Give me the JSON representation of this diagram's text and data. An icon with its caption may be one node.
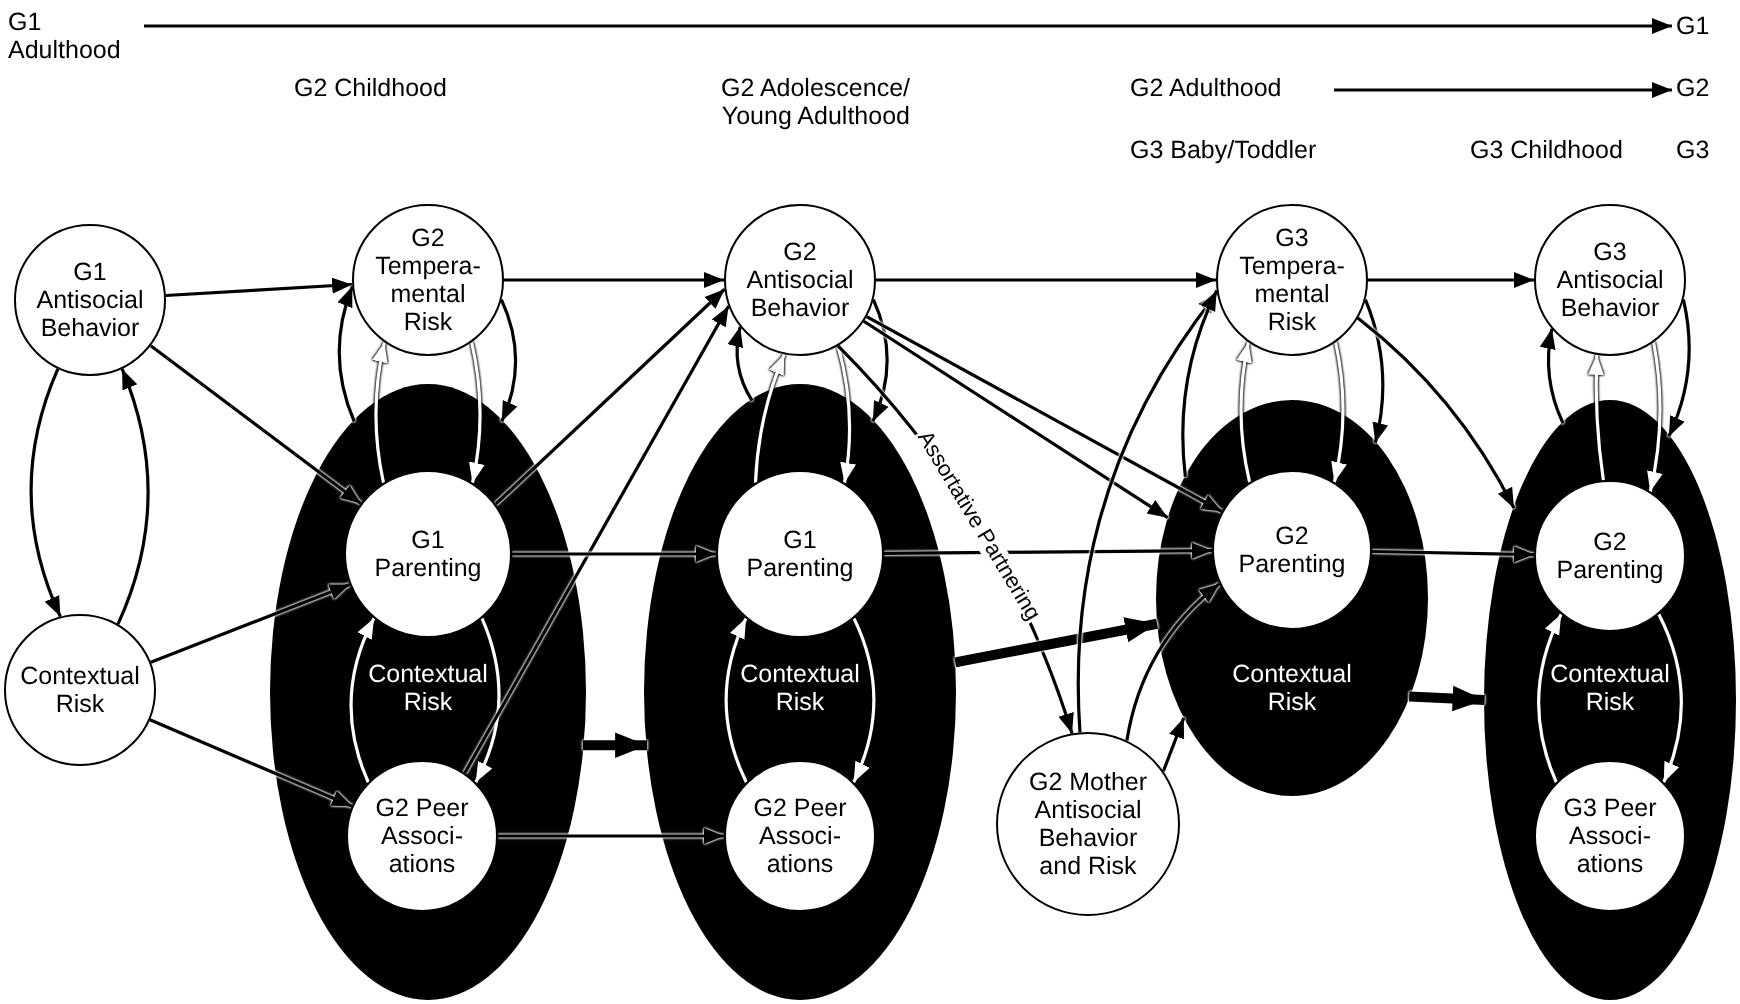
{
  "diagram": {
    "nodes": [
      {
        "text": [
          "G1 Antisocial Behavior"
        ]
      },
      {
        "text": [
          "Contextual Risk"
        ]
      },
      {
        "text": [
          "Contextual Risk"
        ]
      },
      {
        "text": [
          "G2 Tempera- mental Risk"
        ]
      },
      {
        "text": [
          "G1 Parenting"
        ],
        "in": 2
      },
      {
        "text": [
          "G2 Peer Associ- ations"
        ],
        "in": 2
      },
      {
        "text": [
          "Contextual Risk"
        ]
      },
      {
        "text": [
          "G2 Antisocial Behavior"
        ]
      },
      {
        "text": [
          "G1 Parenting"
        ],
        "in": 6
      },
      {
        "text": [
          "G2 Peer Associ- ations"
        ],
        "in": 6
      },
      {
        "text": [
          "Contextual Risk"
        ]
      },
      {
        "text": [
          "G3 Tempera- mental Risk"
        ]
      },
      {
        "text": [
          "G2 Parenting"
        ],
        "in": 10
      },
      {
        "text": [
          "G2 Mother Antisocial Behavior and Risk"
        ]
      },
      {
        "text": [
          "Contextual Risk"
        ]
      },
      {
        "text": [
          "G3 Antisocial Behavior"
        ]
      },
      {
        "text": [
          "G2 Parenting"
        ],
        "in": 14
      },
      {
        "text": [
          "G3 Peer Associ- ations"
        ],
        "in": 14
      },
      {
        "text": [
          "G1 Adulthood"
        ]
      },
      {
        "text": [
          "G1"
        ]
      },
      {
        "text": [
          "G2 Adulthood"
        ]
      },
      {
        "text": [
          "G2"
        ]
      }
    ],
    "edges": [
      {
        "from": 18,
        "to": 19,
        "arrow": "to"
      },
      {
        "from": 20,
        "to": 21,
        "arrow": "to"
      },
      {
        "from": 0,
        "to": 3,
        "arrow": "to"
      },
      {
        "from": 0,
        "to": 1,
        "arrow": "to"
      },
      {
        "from": 1,
        "to": 0,
        "arrow": "to"
      },
      {
        "from": 0,
        "to": 4,
        "arrow": "to"
      },
      {
        "from": 1,
        "to": 4,
        "arrow": "to"
      },
      {
        "from": 1,
        "to": 5,
        "arrow": "to"
      },
      {
        "from": 2,
        "to": 3,
        "arrow": "to"
      },
      {
        "from": 4,
        "to": 3,
        "arrow": "to",
        "color": "#ffffff"
      },
      {
        "from": 3,
        "to": 4,
        "arrow": "to",
        "color": "#ffffff"
      },
      {
        "from": 3,
        "to": 2,
        "arrow": "to"
      },
      {
        "from": 4,
        "to": 5,
        "arrow": "to",
        "color": "#ffffff"
      },
      {
        "from": 5,
        "to": 4,
        "arrow": "to",
        "color": "#ffffff"
      },
      {
        "from": 3,
        "to": 7,
        "arrow": "to"
      },
      {
        "from": 4,
        "to": 7,
        "arrow": "to"
      },
      {
        "from": 5,
        "to": 7,
        "arrow": "to"
      },
      {
        "from": 4,
        "to": 8,
        "arrow": "to"
      },
      {
        "from": 2,
        "to": 6,
        "arrow": "to",
        "style": "thick"
      },
      {
        "from": 5,
        "to": 9,
        "arrow": "to"
      },
      {
        "from": 6,
        "to": 7,
        "arrow": "to"
      },
      {
        "from": 8,
        "to": 7,
        "arrow": "to",
        "color": "#ffffff"
      },
      {
        "from": 7,
        "to": 8,
        "arrow": "to",
        "color": "#ffffff"
      },
      {
        "from": 7,
        "to": 6,
        "arrow": "to"
      },
      {
        "from": 8,
        "to": 9,
        "arrow": "to",
        "color": "#ffffff"
      },
      {
        "from": 9,
        "to": 8,
        "arrow": "to",
        "color": "#ffffff"
      },
      {
        "from": 7,
        "to": 11,
        "arrow": "to"
      },
      {
        "from": 7,
        "to": 13,
        "arrow": "to",
        "label": "Assortative Partnering"
      },
      {
        "from": 7,
        "to": 12,
        "arrow": "to"
      },
      {
        "from": 7,
        "to": 10,
        "arrow": "to"
      },
      {
        "from": 8,
        "to": 12,
        "arrow": "to"
      },
      {
        "from": 6,
        "to": 10,
        "arrow": "to",
        "style": "thick"
      },
      {
        "from": 13,
        "to": 11,
        "arrow": "to"
      },
      {
        "from": 13,
        "to": 12,
        "arrow": "to"
      },
      {
        "from": 13,
        "to": 10,
        "arrow": "to"
      },
      {
        "from": 10,
        "to": 11,
        "arrow": "to"
      },
      {
        "from": 12,
        "to": 11,
        "arrow": "to",
        "color": "#ffffff"
      },
      {
        "from": 11,
        "to": 12,
        "arrow": "to",
        "color": "#ffffff"
      },
      {
        "from": 11,
        "to": 10,
        "arrow": "to"
      },
      {
        "from": 11,
        "to": 15,
        "arrow": "to"
      },
      {
        "from": 11,
        "to": 14,
        "arrow": "to"
      },
      {
        "from": 12,
        "to": 16,
        "arrow": "to"
      },
      {
        "from": 10,
        "to": 14,
        "arrow": "to",
        "style": "thick"
      },
      {
        "from": 14,
        "to": 15,
        "arrow": "to"
      },
      {
        "from": 16,
        "to": 15,
        "arrow": "to",
        "color": "#ffffff"
      },
      {
        "from": 15,
        "to": 16,
        "arrow": "to",
        "color": "#ffffff"
      },
      {
        "from": 15,
        "to": 14,
        "arrow": "to"
      },
      {
        "from": 16,
        "to": 17,
        "arrow": "to",
        "color": "#ffffff"
      },
      {
        "from": 17,
        "to": 16,
        "arrow": "to",
        "color": "#ffffff"
      }
    ],
    "labels": [
      "G2 Childhood",
      "G2 Adolescence/ Young Adulthood",
      "G3 Baby/Toddler",
      "G3 Childhood",
      "G3"
    ]
  }
}
